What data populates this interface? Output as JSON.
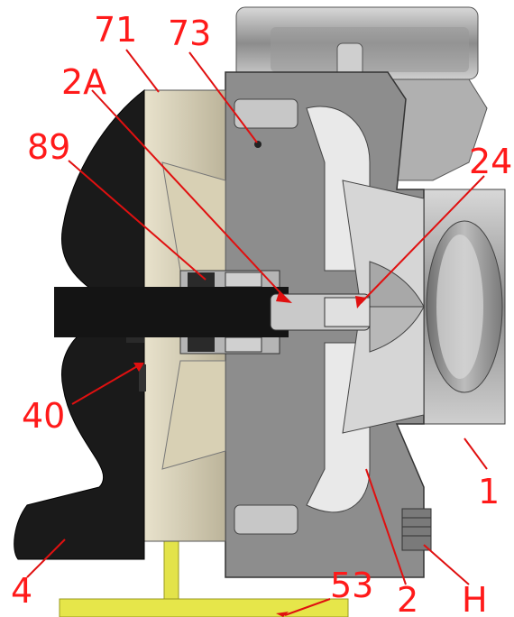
{
  "figure": {
    "kind": "pump cross-section with part callouts",
    "label_color": "#ff1a1a",
    "leader_color": "#e01010",
    "casing_color": "#8a8a8a",
    "dark_part_color": "#1a1a1a",
    "base_color": "#e6e64a"
  },
  "callouts": [
    {
      "id": "71",
      "text": "71"
    },
    {
      "id": "73",
      "text": "73"
    },
    {
      "id": "2A",
      "text": "2A"
    },
    {
      "id": "89",
      "text": "89"
    },
    {
      "id": "24",
      "text": "24"
    },
    {
      "id": "40",
      "text": "40"
    },
    {
      "id": "1",
      "text": "1"
    },
    {
      "id": "4",
      "text": "4"
    },
    {
      "id": "2",
      "text": "2"
    },
    {
      "id": "53",
      "text": "53"
    },
    {
      "id": "H",
      "text": "H"
    }
  ]
}
